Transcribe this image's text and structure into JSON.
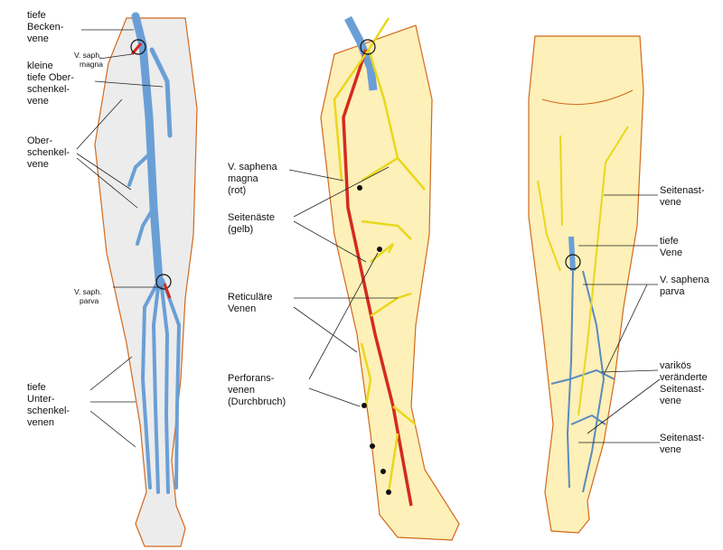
{
  "colors": {
    "skin_left": "#ececec",
    "skin_yellow": "#fdf0b8",
    "outline": "#d2691e",
    "deep_vein": "#6a9fd6",
    "superficial_red": "#d42a1e",
    "branch_yellow": "#e8d81c"
  },
  "left_leg": {
    "labels": {
      "deep_pelvic_vein": [
        "tiefe",
        "Becken-",
        "vene"
      ],
      "saph_magna_small": [
        "V. saph.",
        "magna"
      ],
      "small_deep_femoral": [
        "kleine",
        "tiefe Ober-",
        "schenkel-",
        "vene"
      ],
      "femoral_vein": [
        "Ober-",
        "schenkel-",
        "vene"
      ],
      "saph_parva_small": [
        "V. saph.",
        "parva"
      ],
      "deep_lower_leg": [
        "tiefe",
        "Unter-",
        "schenkel-",
        "venen"
      ]
    }
  },
  "middle_leg": {
    "labels": {
      "saphena_magna": [
        "V. saphena",
        "magna",
        "(rot)"
      ],
      "side_branches": [
        "Seitenäste",
        "(gelb)"
      ],
      "reticular": [
        "Reticuläre",
        "Venen"
      ],
      "perforating": [
        "Perforans-",
        "venen",
        "(Durchbruch)"
      ]
    }
  },
  "right_leg": {
    "labels": {
      "side_branch_top": [
        "Seitenast-",
        "vene"
      ],
      "deep_vein": [
        "tiefe",
        "Vene"
      ],
      "saphena_parva": [
        "V. saphena",
        "parva"
      ],
      "varicose": [
        "varikös",
        "veränderte",
        "Seitenast-",
        "vene"
      ],
      "side_branch_bottom": [
        "Seitenast-",
        "vene"
      ]
    }
  }
}
